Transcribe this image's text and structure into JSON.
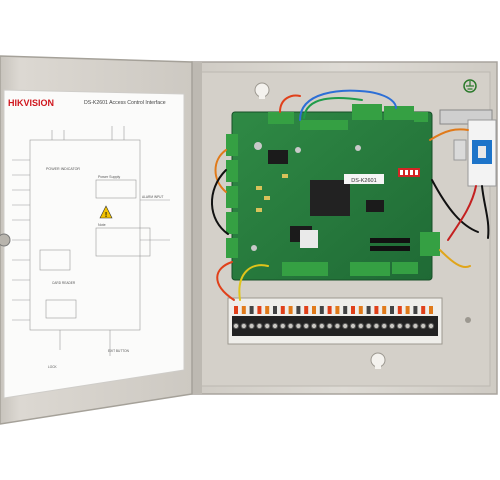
{
  "door": {
    "brand": "HIKVISION",
    "diagram_title": "DS-K2601 Access Control Interface",
    "section_labels": [
      "POWER INDICATOR",
      "Power Supply",
      "Note",
      "ALARM INPUT",
      "CARD READER",
      "LOCK",
      "EXIT BUTTON"
    ]
  },
  "board": {
    "sticker": "DS-K2601",
    "connector_color": "#2f9a3a",
    "board_color": "#2c7a3c"
  },
  "colors": {
    "enclosure": "#d8d5cf",
    "enclosure_shadow": "#b9b5ae",
    "brand_red": "#d0161d",
    "breaker_blue": "#1d74c9"
  }
}
